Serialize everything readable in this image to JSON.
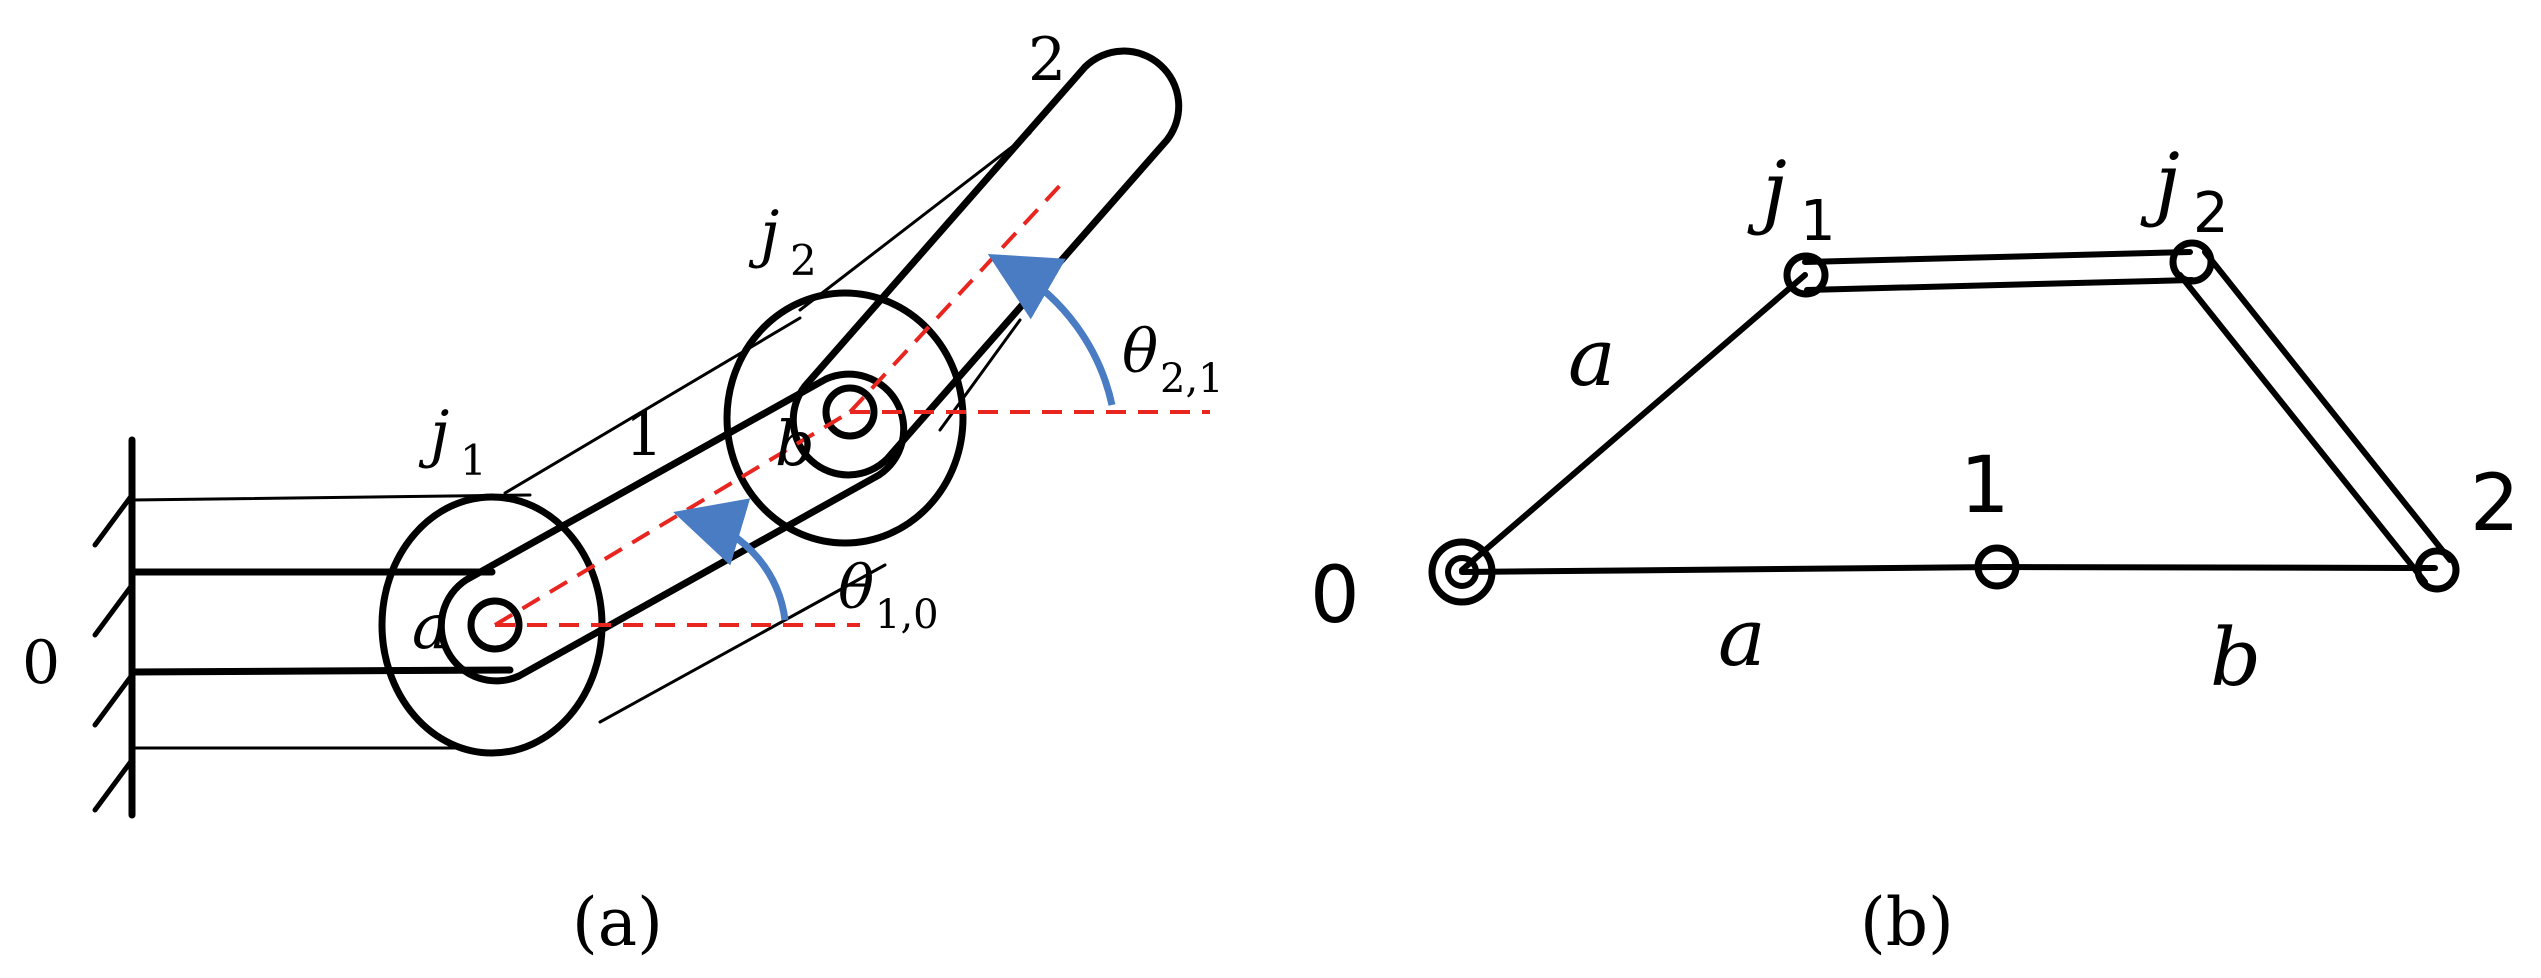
{
  "panel_a": {
    "caption": "(a)",
    "labels": {
      "ground": "0",
      "link1": "1",
      "link2": "2",
      "joint_j1": "j",
      "joint_j1_sub": "1",
      "joint_j2": "j",
      "joint_j2_sub": "2",
      "pivot_a": "a",
      "pivot_b": "b",
      "theta10": "θ",
      "theta10_sub": "1,0",
      "theta21": "θ",
      "theta21_sub": "2,1"
    }
  },
  "panel_b": {
    "caption": "(b)",
    "labels": {
      "node0": "0",
      "node1": "1",
      "node2": "2",
      "node_j1": "j",
      "node_j1_sub": "1",
      "node_j2": "j",
      "node_j2_sub": "2",
      "edge_a_upper": "a",
      "edge_a_lower": "a",
      "edge_b_lower": "b"
    }
  },
  "colors": {
    "line": "#000000",
    "reference_dash": "#e8261f",
    "angle_arrow": "#4a7cc4"
  }
}
